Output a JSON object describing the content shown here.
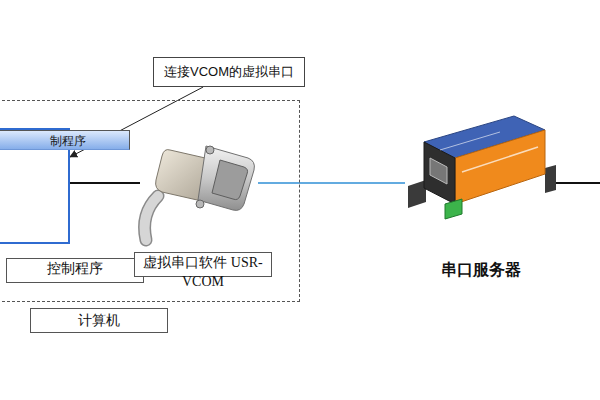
{
  "diagram": {
    "nodes": [
      {
        "text": [
          "连接VCOM的虚拟串口"
        ]
      },
      {
        "text": [
          "计算机"
        ]
      },
      {
        "text": [
          "制程序",
          "控制程序"
        ],
        "in": 1
      },
      {
        "text": [
          "虚拟串口软件 USR-VCOM"
        ],
        "in": 1
      },
      {
        "text": [
          "串口服务器"
        ]
      }
    ],
    "edges": [
      {
        "from": 0,
        "to": 2,
        "arrow": "to"
      },
      {
        "from": 2,
        "to": 3,
        "arrow": "none"
      },
      {
        "from": 3,
        "to": 4,
        "arrow": "none"
      }
    ]
  }
}
